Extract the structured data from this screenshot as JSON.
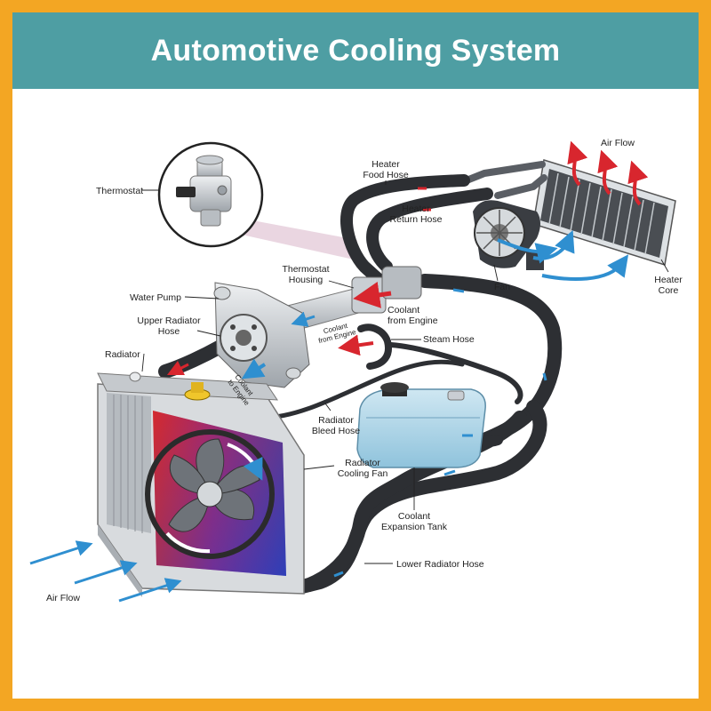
{
  "title": "Automotive Cooling System",
  "colors": {
    "border": "#f3a623",
    "title_bar": "#4e9ea3",
    "hot_arrow": "#d8262e",
    "cool_arrow": "#2f8fd0",
    "hose": "#2d2f33",
    "tank": "#a9d3e6"
  },
  "labels": {
    "thermostat": "Thermostat",
    "heater_food_hose_1": "Heater",
    "heater_food_hose_2": "Food Hose",
    "heater_return_hose_1": "Heater",
    "heater_return_hose_2": "Return Hose",
    "air_flow_top": "Air Flow",
    "fan": "Fan",
    "heater_core_1": "Heater",
    "heater_core_2": "Core",
    "thermostat_housing_1": "Thermostat",
    "thermostat_housing_2": "Housing",
    "water_pump": "Water Pump",
    "coolant_from_engine_1": "Coolant",
    "coolant_from_engine_2": "from Engine",
    "upper_radiator_hose_1": "Upper Radiator",
    "upper_radiator_hose_2": "Hose",
    "coolant_from_engine_small_1": "Coolant",
    "coolant_from_engine_small_2": "from Engine",
    "steam_hose": "Steam Hose",
    "radiator": "Radiator",
    "coolant_to_engine_1": "Coolant",
    "coolant_to_engine_2": "to Engine",
    "radiator_bleed_hose_1": "Radiator",
    "radiator_bleed_hose_2": "Bleed Hose",
    "radiator_cooling_fan_1": "Radiator",
    "radiator_cooling_fan_2": "Cooling Fan",
    "coolant_expansion_tank_1": "Coolant",
    "coolant_expansion_tank_2": "Expansion Tank",
    "lower_radiator_hose": "Lower Radiator Hose",
    "air_flow_bottom": "Air Flow"
  }
}
